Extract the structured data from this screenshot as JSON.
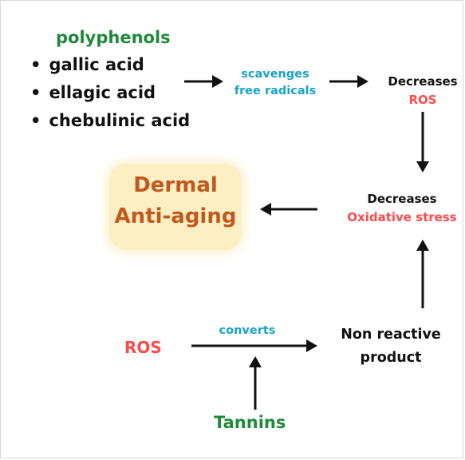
{
  "polyphenols": {
    "title": "polyphenols",
    "items": [
      "gallic acid",
      "ellagic acid",
      "chebulinic acid"
    ],
    "bullet": "•"
  },
  "scavenges": {
    "line1": "scavenges",
    "line2": "free radicals"
  },
  "decreases_ros": {
    "label": "Decreases",
    "target": "ROS"
  },
  "dermal": {
    "line1": "Dermal",
    "line2": "Anti-aging"
  },
  "decreases_stress": {
    "label": "Decreases",
    "target": "Oxidative stress"
  },
  "ros_input": "ROS",
  "converts": "converts",
  "product": {
    "line1": "Non reactive",
    "line2": "product"
  },
  "tannins": "Tannins",
  "colors": {
    "green": "#1f8a3a",
    "teal": "#1aa3c9",
    "red": "#ff4a4a",
    "orange_brown": "#c0581f",
    "box_fill": "#fcefc4"
  }
}
